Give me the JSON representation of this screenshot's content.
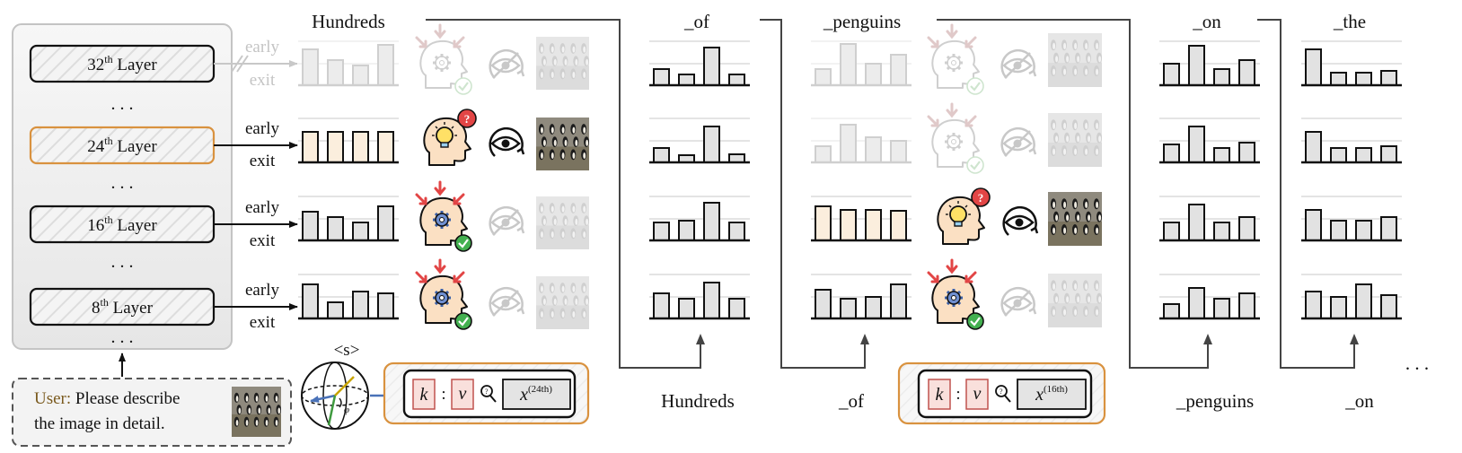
{
  "layers_panel": {
    "top": {
      "ordinal": "32",
      "suffix": "th",
      "word": "Layer"
    },
    "l24": {
      "ordinal": "24",
      "suffix": "th",
      "word": "Layer"
    },
    "l16": {
      "ordinal": "16",
      "suffix": "th",
      "word": "Layer"
    },
    "l8": {
      "ordinal": "8",
      "suffix": "th",
      "word": "Layer"
    },
    "ellipsis": ". . ."
  },
  "exit_label": {
    "line1": "early",
    "line2": "exit"
  },
  "user_box": {
    "role": "User:",
    "line1": "Please describe",
    "line2": "the image in detail."
  },
  "start_token": "<s>",
  "column_titles": {
    "c1": "Hundreds",
    "c2": "_of",
    "c3": "_penguins",
    "c4": "_on",
    "c5": "_the"
  },
  "bottom_tokens": {
    "t1": "Hundreds",
    "t2": "_of",
    "t3": "_penguins",
    "t4": "_on"
  },
  "trailing_ellipsis": ". . .",
  "kv_box_1": {
    "k": "k",
    "colon": ":",
    "v": "v",
    "x": "x",
    "sup": "(24th)"
  },
  "kv_box_2": {
    "k": "k",
    "colon": ":",
    "v": "v",
    "x": "x",
    "sup": "(16th)"
  },
  "colors": {
    "orange": "#d9923f",
    "bar_fill": "#e2e2e2",
    "bar_highlight": "#fbeedd",
    "arrow_blue": "#4a72b8",
    "dim": "#c8c8c8"
  },
  "icons": [
    "head-bulb-question-icon",
    "head-gear-check-icon",
    "eye-icon",
    "eye-crossed-icon",
    "penguin-thumbnail-icon",
    "sphere-icon",
    "magnifier-icon"
  ]
}
